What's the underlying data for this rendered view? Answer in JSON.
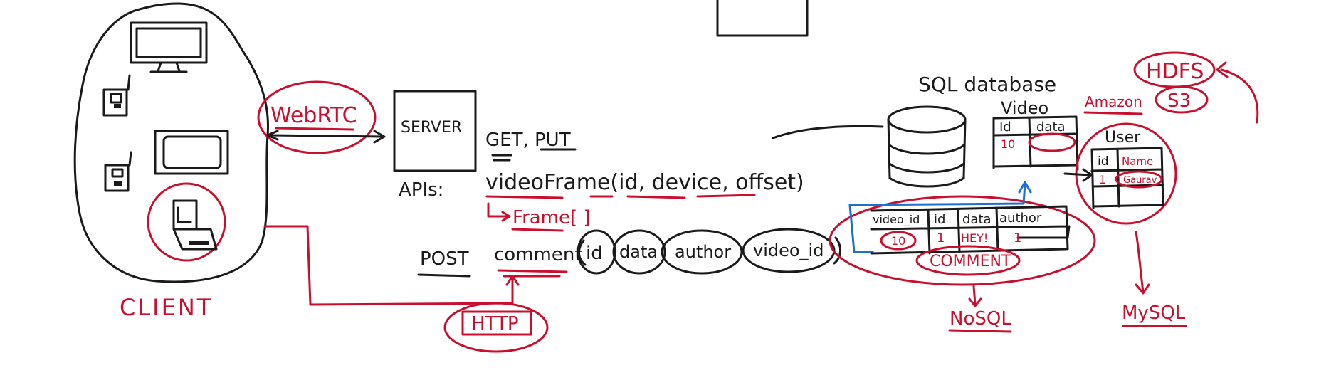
{
  "client": {
    "label": "CLIENT"
  },
  "protocols": {
    "webrtc": "WebRTC",
    "http": "HTTP"
  },
  "server": {
    "label": "SERVER"
  },
  "apis": {
    "label": "APIs:",
    "get_put": "GET, PUT",
    "video_frame": "videoFrame(id, device, offset)",
    "frame_return": "Frame[ ]",
    "post": "POST",
    "comment_call": "comment",
    "params": [
      "id",
      "data",
      "author",
      "video_id"
    ]
  },
  "database": {
    "title": "SQL database",
    "video_table": {
      "title": "Video",
      "headers": [
        "Id",
        "data"
      ],
      "row": [
        "10",
        ""
      ]
    },
    "user_table": {
      "title": "User",
      "headers": [
        "id",
        "Name"
      ],
      "row": [
        "1",
        "Gaurav"
      ]
    },
    "comment_table": {
      "label": "COMMENT",
      "headers": [
        "video_id",
        "id",
        "data",
        "author"
      ],
      "row": [
        "10",
        "1",
        "HEY!",
        "1"
      ]
    },
    "nosql_label": "NoSQL",
    "mysql_label": "MySQL"
  },
  "storage": {
    "amazon": "Amazon",
    "s3": "S3",
    "hdfs": "HDFS"
  },
  "colors": {
    "ink": "#1a1a1a",
    "red": "#c8102e",
    "blue": "#1e6fd0"
  }
}
